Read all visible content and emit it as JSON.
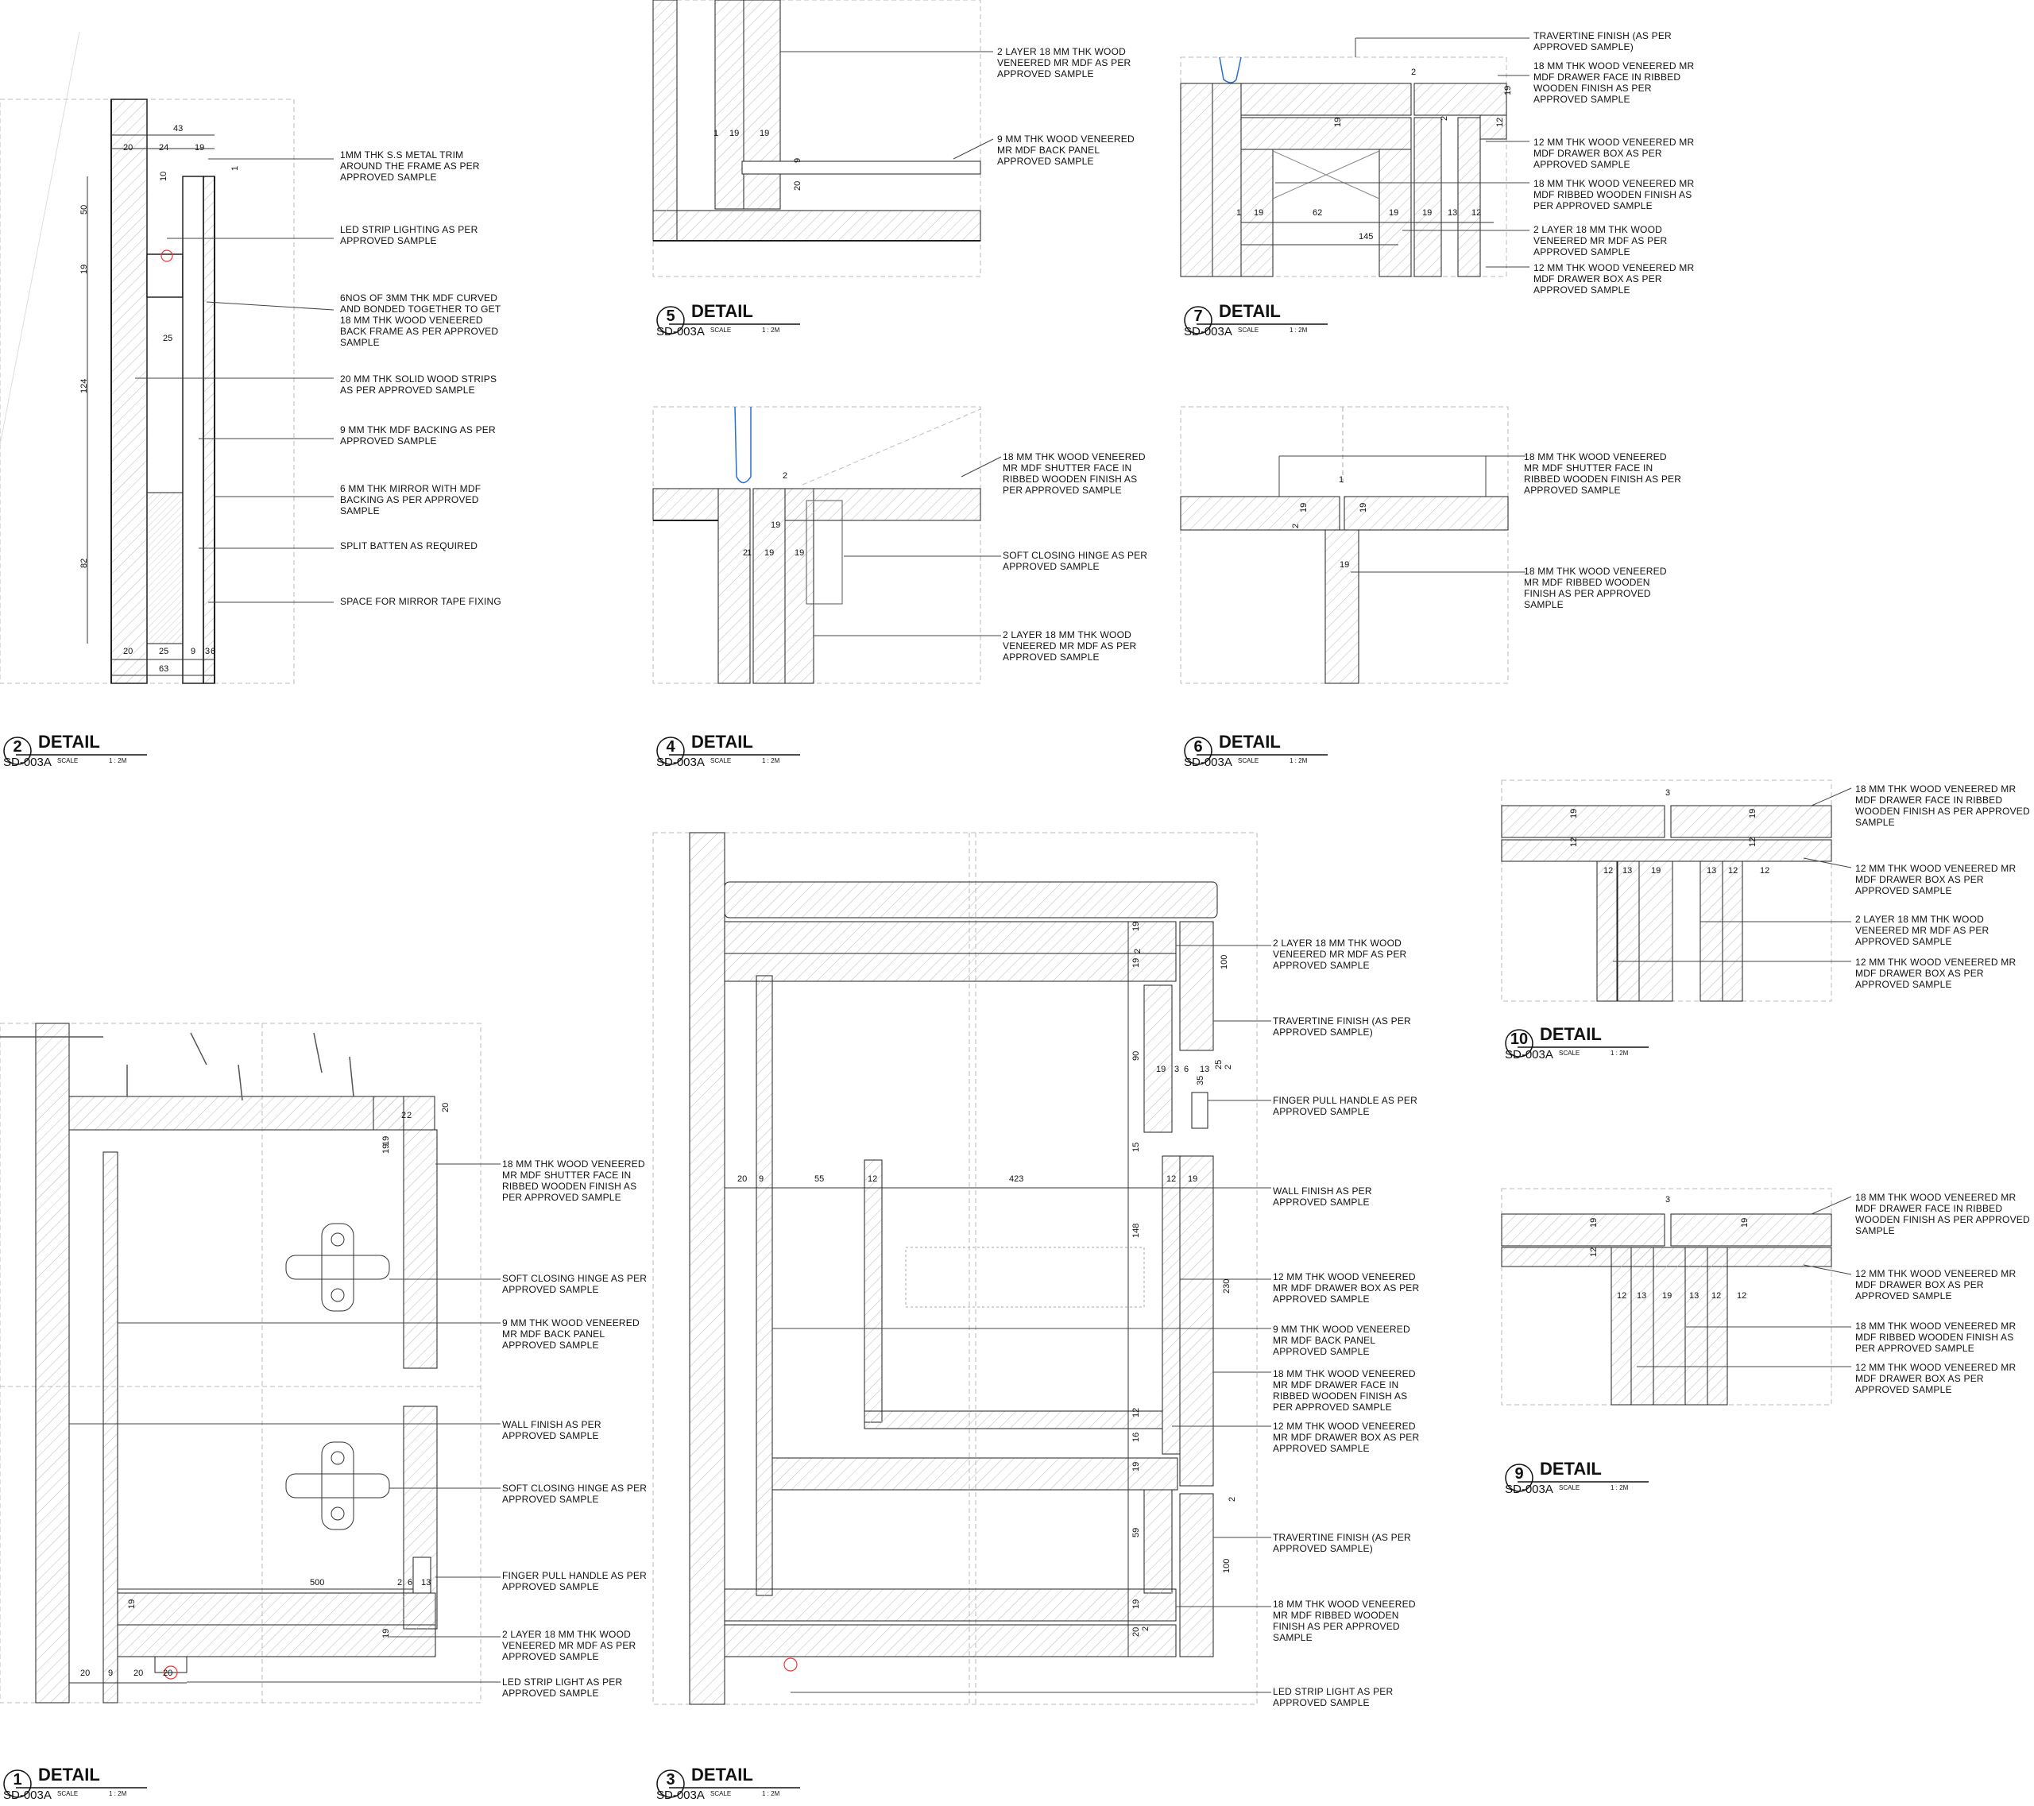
{
  "sheet": {
    "callouts": [
      {
        "num": "2",
        "title": "DETAIL",
        "ref": "SD-003A",
        "scale_label": "SCALE",
        "scale": "1 : 2M"
      },
      {
        "num": "5",
        "title": "DETAIL",
        "ref": "SD-003A",
        "scale_label": "SCALE",
        "scale": "1 : 2M"
      },
      {
        "num": "7",
        "title": "DETAIL",
        "ref": "SD-003A",
        "scale_label": "SCALE",
        "scale": "1 : 2M"
      },
      {
        "num": "4",
        "title": "DETAIL",
        "ref": "SD-003A",
        "scale_label": "SCALE",
        "scale": "1 : 2M"
      },
      {
        "num": "6",
        "title": "DETAIL",
        "ref": "SD-003A",
        "scale_label": "SCALE",
        "scale": "1 : 2M"
      },
      {
        "num": "10",
        "title": "DETAIL",
        "ref": "SD-003A",
        "scale_label": "SCALE",
        "scale": "1 : 2M"
      },
      {
        "num": "9",
        "title": "DETAIL",
        "ref": "SD-003A",
        "scale_label": "SCALE",
        "scale": "1 : 2M"
      },
      {
        "num": "1",
        "title": "DETAIL",
        "ref": "SD-003A",
        "scale_label": "SCALE",
        "scale": "1 : 2M"
      },
      {
        "num": "3",
        "title": "DETAIL",
        "ref": "SD-003A",
        "scale_label": "SCALE",
        "scale": "1 : 2M"
      }
    ]
  },
  "detail2": {
    "notes": [
      "1MM THK S.S METAL TRIM AROUND THE FRAME AS PER APPROVED SAMPLE",
      "LED STRIP LIGHTING AS PER APPROVED SAMPLE",
      "6NOS OF 3MM THK MDF CURVED AND BONDED TOGETHER TO GET 18 MM THK WOOD VENEERED BACK FRAME AS PER APPROVED SAMPLE",
      "20 MM THK SOLID WOOD STRIPS AS PER APPROVED SAMPLE",
      "9 MM THK MDF BACKING AS PER APPROVED SAMPLE",
      "6 MM THK MIRROR WITH MDF BACKING AS PER APPROVED SAMPLE",
      "SPLIT BATTEN AS REQUIRED",
      "SPACE FOR MIRROR TAPE FIXING"
    ],
    "dims": [
      "43",
      "20",
      "24",
      "19",
      "10",
      "1",
      "50",
      "19",
      "25",
      "124",
      "82",
      "20",
      "25",
      "9",
      "3",
      "6",
      "63"
    ]
  },
  "detail5": {
    "notes": [
      "2 LAYER 18 MM THK WOOD VENEERED MR MDF AS PER APPROVED SAMPLE",
      "9 MM THK WOOD VENEERED MR MDF BACK PANEL APPROVED SAMPLE"
    ],
    "dims": [
      "1",
      "19",
      "19",
      "9",
      "20"
    ]
  },
  "detail7": {
    "notes": [
      "TRAVERTINE FINISH (AS PER APPROVED SAMPLE)",
      "18 MM THK WOOD VENEERED MR MDF DRAWER FACE IN RIBBED WOODEN FINISH AS PER APPROVED SAMPLE",
      "12 MM THK WOOD VENEERED MR MDF DRAWER BOX AS PER APPROVED SAMPLE",
      "18 MM THK WOOD VENEERED MR MDF RIBBED WOODEN FINISH AS PER APPROVED SAMPLE",
      "2 LAYER 18 MM THK WOOD VENEERED MR MDF AS PER APPROVED SAMPLE",
      "12 MM THK WOOD VENEERED MR MDF DRAWER BOX AS PER APPROVED SAMPLE"
    ],
    "dims": [
      "2",
      "19",
      "19",
      "12",
      "2",
      "1",
      "19",
      "62",
      "19",
      "19",
      "13",
      "12",
      "145"
    ]
  },
  "detail4": {
    "notes": [
      "18 MM THK WOOD VENEERED MR MDF SHUTTER FACE IN RIBBED WOODEN FINISH AS PER APPROVED SAMPLE",
      "SOFT CLOSING HINGE AS PER APPROVED SAMPLE",
      "2 LAYER 18 MM THK WOOD VENEERED MR MDF AS PER APPROVED SAMPLE"
    ],
    "dims": [
      "2",
      "19",
      "2",
      "1",
      "19",
      "19"
    ]
  },
  "detail6": {
    "notes": [
      "18 MM THK WOOD VENEERED MR MDF SHUTTER FACE IN RIBBED WOODEN FINISH AS PER APPROVED SAMPLE",
      "18 MM THK WOOD VENEERED MR MDF RIBBED WOODEN FINISH AS PER APPROVED SAMPLE"
    ],
    "dims": [
      "1",
      "19",
      "2",
      "19",
      "19"
    ]
  },
  "detail10": {
    "notes": [
      "18 MM THK WOOD VENEERED MR MDF DRAWER FACE IN RIBBED WOODEN FINISH AS PER APPROVED SAMPLE",
      "12 MM THK WOOD VENEERED MR MDF DRAWER BOX AS PER APPROVED SAMPLE",
      "2 LAYER 18 MM THK WOOD VENEERED MR MDF AS PER APPROVED SAMPLE",
      "12 MM THK WOOD VENEERED MR MDF DRAWER BOX AS PER APPROVED SAMPLE"
    ],
    "dims": [
      "3",
      "19",
      "19",
      "12",
      "12",
      "12",
      "13",
      "19",
      "13",
      "12",
      "12"
    ]
  },
  "detail9": {
    "notes": [
      "18 MM THK WOOD VENEERED MR MDF DRAWER FACE IN RIBBED WOODEN FINISH AS PER APPROVED SAMPLE",
      "12 MM THK WOOD VENEERED MR MDF DRAWER BOX AS PER APPROVED SAMPLE",
      "18 MM THK WOOD VENEERED MR MDF RIBBED WOODEN FINISH AS PER APPROVED SAMPLE",
      "12 MM THK WOOD VENEERED MR MDF DRAWER BOX AS PER APPROVED SAMPLE"
    ],
    "dims": [
      "3",
      "19",
      "19",
      "12",
      "12",
      "13",
      "19",
      "13",
      "12",
      "12"
    ]
  },
  "detail1": {
    "notes": [
      "18 MM THK WOOD VENEERED MR MDF SHUTTER FACE IN RIBBED WOODEN FINISH AS PER APPROVED SAMPLE",
      "SOFT CLOSING HINGE AS PER APPROVED SAMPLE",
      "9 MM THK WOOD VENEERED MR MDF BACK PANEL APPROVED SAMPLE",
      "WALL FINISH AS PER APPROVED SAMPLE",
      "SOFT CLOSING HINGE AS PER APPROVED SAMPLE",
      "FINGER PULL HANDLE AS PER APPROVED SAMPLE",
      "2 LAYER 18 MM THK WOOD VENEERED MR MDF AS PER APPROVED SAMPLE",
      "LED STRIP LIGHT AS PER APPROVED SAMPLE"
    ],
    "dims": [
      "2",
      "19",
      "2",
      "20",
      "19",
      "500",
      "2",
      "6",
      "13",
      "19",
      "19",
      "20",
      "9",
      "20",
      "20"
    ]
  },
  "detail3": {
    "notes": [
      "2 LAYER 18 MM THK WOOD VENEERED MR MDF AS PER APPROVED SAMPLE",
      "TRAVERTINE FINISH (AS PER APPROVED SAMPLE)",
      "FINGER PULL HANDLE AS PER APPROVED SAMPLE",
      "WALL FINISH AS PER APPROVED SAMPLE",
      "12 MM THK WOOD VENEERED MR MDF DRAWER BOX AS PER APPROVED SAMPLE",
      "9 MM THK WOOD VENEERED MR MDF BACK PANEL APPROVED SAMPLE",
      "18 MM THK WOOD VENEERED MR MDF DRAWER FACE IN RIBBED WOODEN FINISH AS PER APPROVED SAMPLE",
      "12 MM THK WOOD VENEERED MR MDF DRAWER BOX AS PER APPROVED SAMPLE",
      "TRAVERTINE FINISH (AS PER APPROVED SAMPLE)",
      "18 MM THK WOOD VENEERED MR MDF RIBBED WOODEN FINISH AS PER APPROVED SAMPLE",
      "LED STRIP LIGHT AS PER APPROVED SAMPLE"
    ],
    "dims": [
      "19",
      "2",
      "19",
      "100",
      "90",
      "19",
      "3",
      "6",
      "13",
      "25",
      "35",
      "2",
      "15",
      "20",
      "9",
      "55",
      "12",
      "423",
      "12",
      "19",
      "148",
      "230",
      "12",
      "16",
      "19",
      "2",
      "59",
      "100",
      "19",
      "20",
      "2"
    ]
  }
}
